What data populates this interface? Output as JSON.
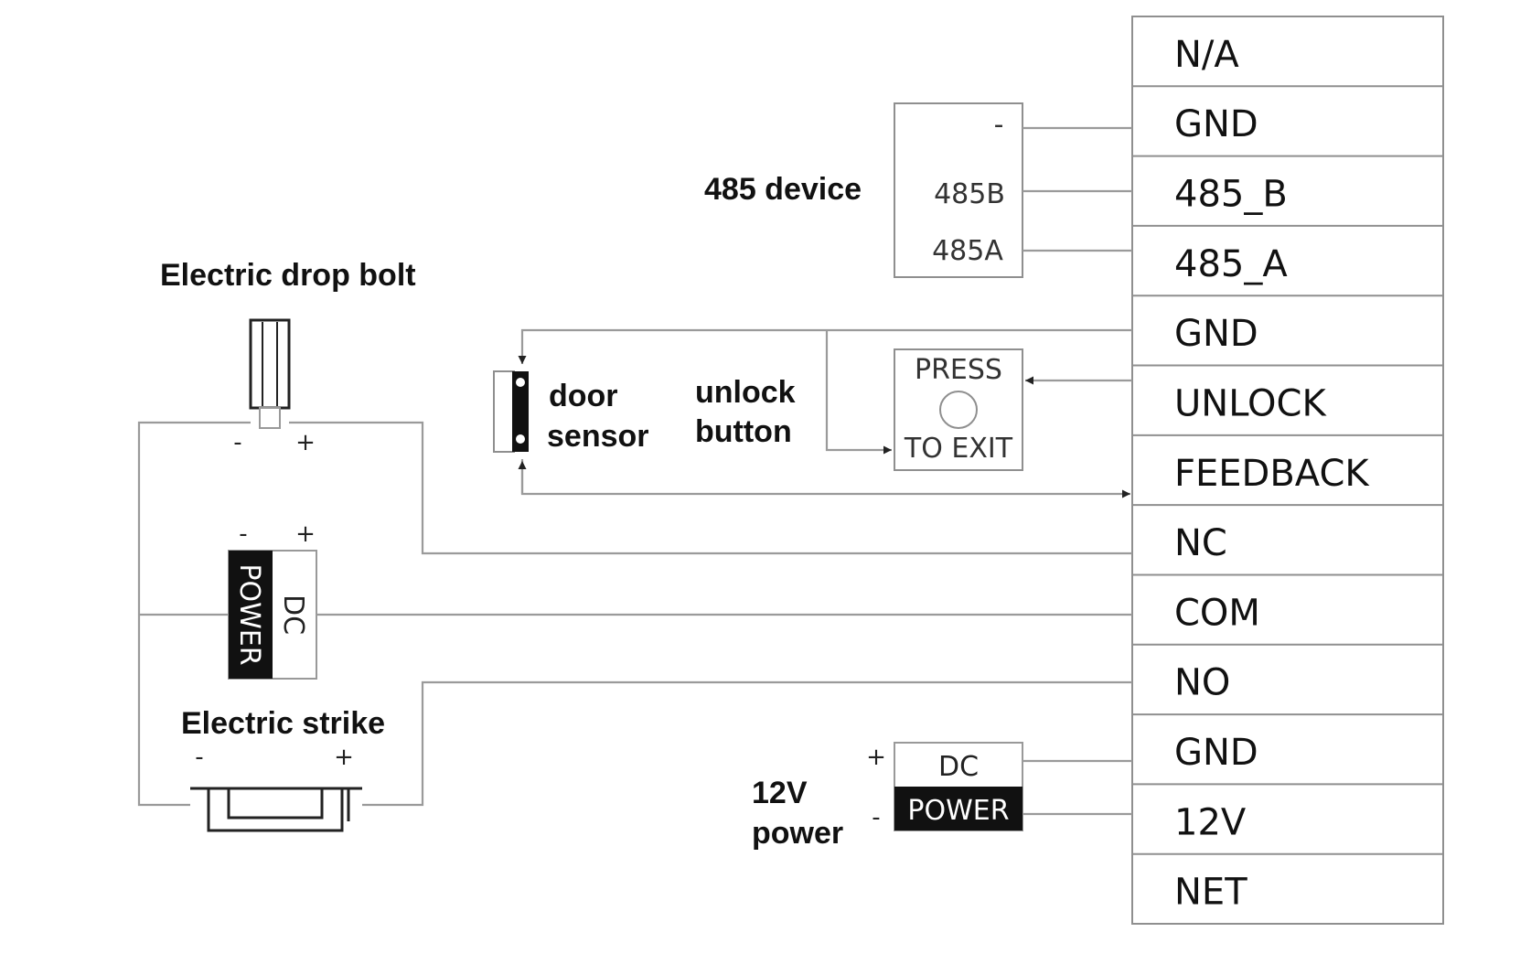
{
  "terminals": [
    "N/A",
    "GND",
    "485_B",
    "485_A",
    "GND",
    "UNLOCK",
    "FEEDBACK",
    "NC",
    "COM",
    "NO",
    "GND",
    "12V",
    "NET"
  ],
  "device_485": {
    "label": "485 device",
    "pins": [
      "-",
      "485B",
      "485A"
    ]
  },
  "drop_bolt": {
    "label": "Electric drop bolt",
    "minus": "-",
    "plus": "+"
  },
  "dc_power_left": {
    "dc": "DC",
    "power": "POWER",
    "minus": "-",
    "plus": "+"
  },
  "electric_strike": {
    "label": "Electric strike",
    "minus": "-",
    "plus": "+"
  },
  "door_sensor": {
    "line1": "door",
    "line2": "sensor"
  },
  "unlock_button": {
    "line1": "unlock",
    "line2": "button",
    "press": "PRESS",
    "to_exit": "TO EXIT"
  },
  "power_12v": {
    "line1": "12V",
    "line2": "power",
    "dc": "DC",
    "power": "POWER",
    "plus": "+",
    "minus": "-"
  },
  "colors": {
    "wire": "#9a9a9a",
    "box": "#8f8f8f",
    "power_fill": "#111111"
  }
}
